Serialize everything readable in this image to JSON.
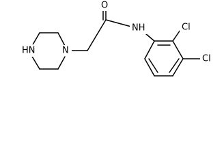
{
  "molecule": {
    "labels": {
      "piperazine_nh": "HN",
      "piperazine_n": "N",
      "carbonyl_o": "O",
      "amide_nh": "NH",
      "cl_2": "Cl",
      "cl_3": "Cl"
    }
  }
}
